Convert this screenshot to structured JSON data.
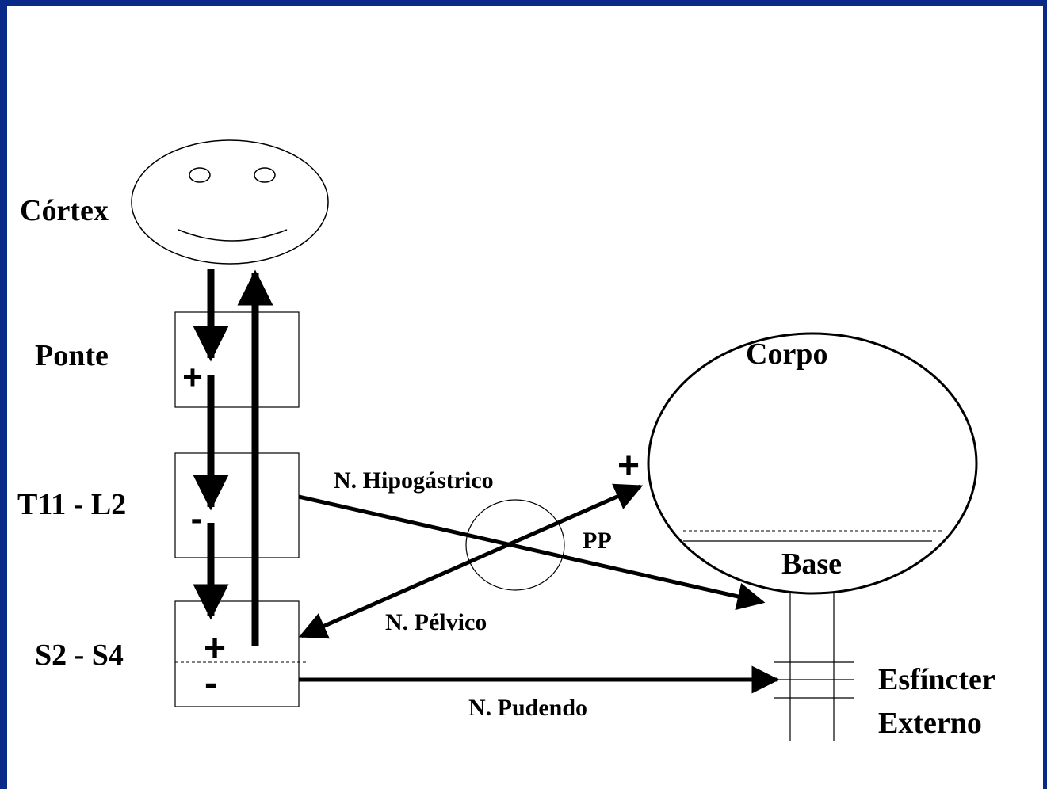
{
  "labels": {
    "cortex": "Córtex",
    "ponte": "Ponte",
    "t11_l2": "T11 - L2",
    "s2_s4": "S2 - S4",
    "corpo": "Corpo",
    "base": "Base",
    "n_hipogastrico": "N. Hipogástrico",
    "pp": "PP",
    "n_pelvico": "N. Pélvico",
    "n_pudendo": "N. Pudendo",
    "esfincter": "Esfíncter",
    "externo": "Externo"
  },
  "signs": {
    "ponte_plus": "+",
    "t11_minus": "-",
    "s2_plus": "+",
    "s2_minus": "-",
    "corpo_plus": "+"
  },
  "colors": {
    "frame": "#0a2a8a",
    "ink": "#000000"
  }
}
